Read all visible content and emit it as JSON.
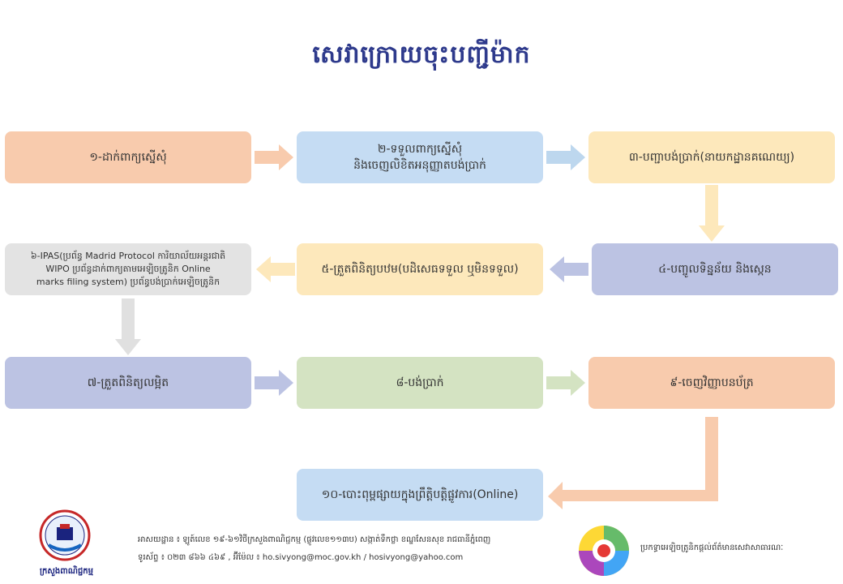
{
  "title": "សេវាក្រោយចុះបញ្ជីម៉ាក",
  "steps": [
    {
      "id": 1,
      "label": "១-ដាក់ពាក្យស្នើសុំ",
      "color": "#f8cbad"
    },
    {
      "id": 2,
      "line1": "២-ទទួលពាក្យស្នើសុំ",
      "line2": "និងចេញលិខិតអនុញ្ញាតបង់ប្រាក់",
      "color": "#c5dcf3"
    },
    {
      "id": 3,
      "label": "៣-បញ្ជាបង់ប្រាក់(នាយកដ្ឋានគណេយ្យ)",
      "color": "#fde8bb"
    },
    {
      "id": 4,
      "label": "៤-បញ្ចូលទិន្នន័យ និងស្កេន",
      "color": "#bcc3e3"
    },
    {
      "id": 5,
      "label": "៥-ត្រួតពិនិត្យបឋម(បដិសេធទទួល ឬមិនទទួល)",
      "color": "#fde8bb"
    },
    {
      "id": 6,
      "line1": "៦-IPAS(ប្រព័ន្ធ Madrid Protocol ការិយាល័យអន្តរជាតិ",
      "line2": "WIPO ប្រព័ន្ធដាក់ពាក្យតាមអេឡិចត្រូនិក Online",
      "line3": "marks filing system) ប្រព័ន្ធបង់ប្រាក់អេឡិចត្រូនិក",
      "color": "#e3e3e3"
    },
    {
      "id": 7,
      "label": "៧-ត្រួតពិនិត្យលម្អិត",
      "color": "#bcc3e3"
    },
    {
      "id": 8,
      "label": "៨-បង់ប្រាក់",
      "color": "#d4e3c2"
    },
    {
      "id": 9,
      "label": "៩-ចេញវិញ្ញាបនប័ត្រ",
      "color": "#f8cbad"
    },
    {
      "id": 10,
      "label": "១០-បោះពុម្ពផ្សាយក្នុងព្រឹត្តិបត្តិផ្លូវការ(Online)",
      "color": "#c5dcf3"
    }
  ],
  "arrows": [
    {
      "from": 1,
      "to": 2,
      "color": "#f8cbad"
    },
    {
      "from": 2,
      "to": 3,
      "color": "#bdd7ee"
    },
    {
      "from": 3,
      "to": 4,
      "color": "#fde8bb"
    },
    {
      "from": 4,
      "to": 5,
      "color": "#bcc3e3"
    },
    {
      "from": 5,
      "to": 6,
      "color": "#fde8bb"
    },
    {
      "from": 6,
      "to": 7,
      "color": "#e0e0e0"
    },
    {
      "from": 7,
      "to": 8,
      "color": "#bcc3e3"
    },
    {
      "from": 8,
      "to": 9,
      "color": "#d4e3c2"
    },
    {
      "from": 9,
      "to": 10,
      "color": "#f8cbad"
    }
  ],
  "footer": {
    "address": "អាសយដ្ឋាន ៖ ឡូត៍លេខ ១៩-៦១វិថីក្រសួងពាណិជ្ជកម្ម (ផ្លូវលេខ១១៣ប) សង្កាត់ទឹកថ្លា ខណ្ឌសែនសុខ រាជធានីភ្នំពេញ",
    "contact": "ទូរស័ព្ទ ៖ ០២៣ ៨៦៦ ៤៦៩ , អ៊ីម៉ែល ៖ ho.sivyong@moc.gov.kh / hosivyong@yahoo.com",
    "ministry": "ក្រសួងពាណិជ្ជកម្ម",
    "right_note": "ប្រកទ្ធាអេឡិចត្រូនិកផ្តល់ព័ត៌មានសេវាសាធារណៈ"
  }
}
